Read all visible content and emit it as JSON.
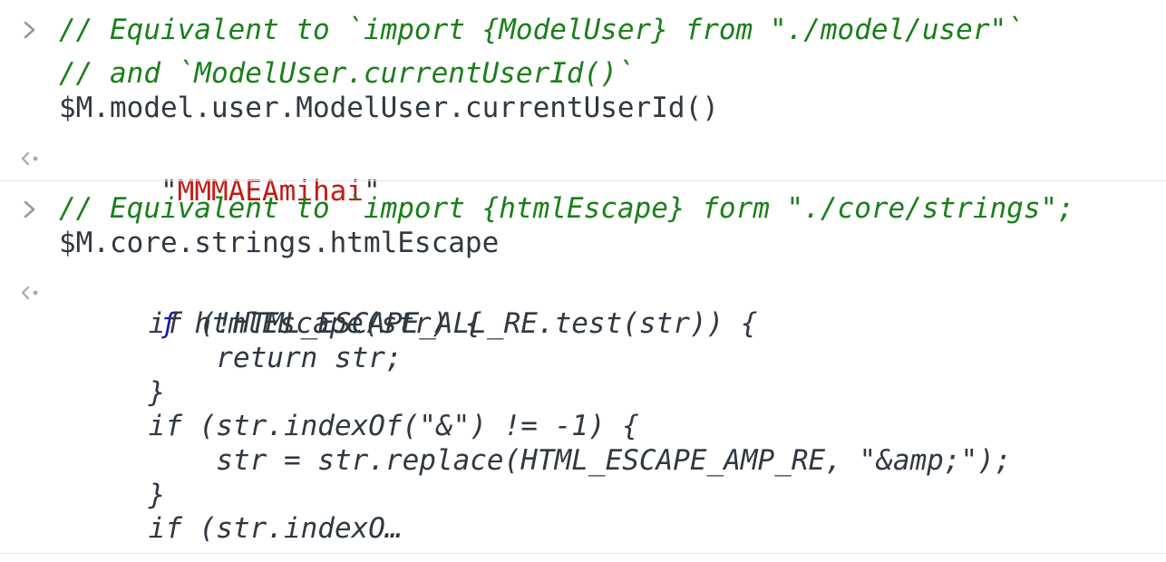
{
  "entries": [
    {
      "type": "input",
      "lines": [
        "// Equivalent to `import {ModelUser} from \"./model/user\"`",
        "// and `ModelUser.currentUserId()`",
        "$M.model.user.ModelUser.currentUserId()"
      ]
    },
    {
      "type": "output",
      "quote_open": "\"",
      "string_value": "MMMAEAmihai",
      "quote_close": "\""
    },
    {
      "type": "input",
      "lines": [
        "// Equivalent to `import {htmlEscape} form \"./core/strings\";",
        "$M.core.strings.htmlEscape"
      ]
    },
    {
      "type": "output",
      "fn_marker": "ƒ",
      "lines": [
        " htmlEscape(str) {",
        "    if (!HTML_ESCAPE_ALL_RE.test(str)) {",
        "        return str;",
        "    }",
        "    if (str.indexOf(\"&\") != -1) {",
        "        str = str.replace(HTML_ESCAPE_AMP_RE, \"&amp;\");",
        "    }",
        "    if (str.indexO…"
      ]
    }
  ],
  "colors": {
    "comment": "#1a7f1a",
    "string": "#c41a16",
    "code": "#303942",
    "function_marker": "#1a1aa6",
    "prompt_icon": "#9a9a9a"
  }
}
